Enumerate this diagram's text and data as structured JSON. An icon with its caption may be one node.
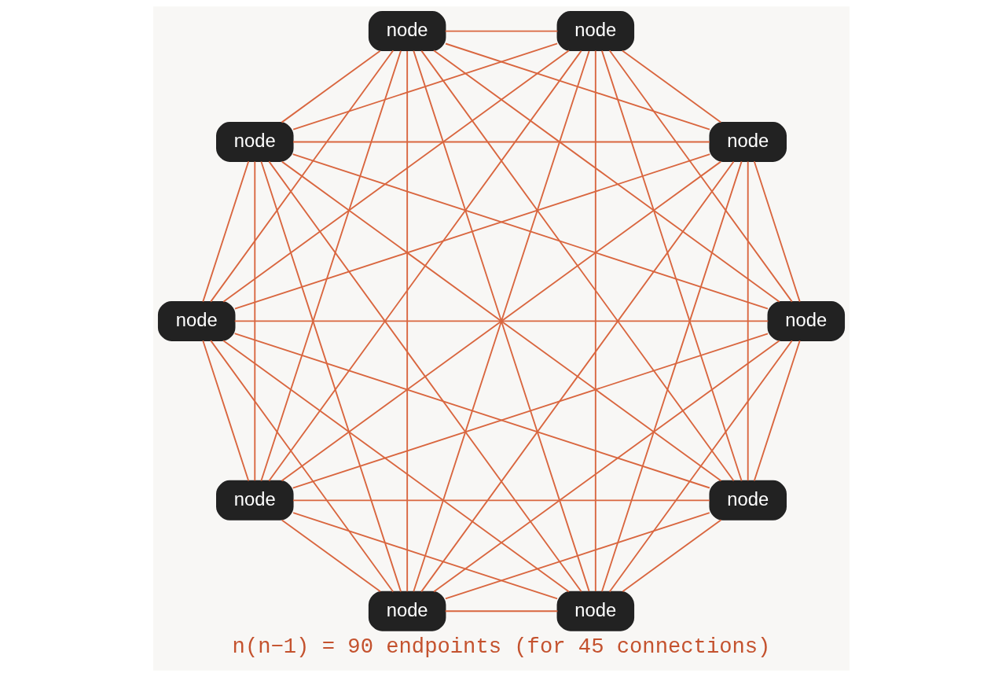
{
  "diagram": {
    "caption": "n(n−1) = 90 endpoints (for 45 connections)",
    "nodes": [
      {
        "text": [
          "node"
        ]
      },
      {
        "text": [
          "node"
        ]
      },
      {
        "text": [
          "node"
        ]
      },
      {
        "text": [
          "node"
        ]
      },
      {
        "text": [
          "node"
        ]
      },
      {
        "text": [
          "node"
        ]
      },
      {
        "text": [
          "node"
        ]
      },
      {
        "text": [
          "node"
        ]
      },
      {
        "text": [
          "node"
        ]
      },
      {
        "text": [
          "node"
        ]
      }
    ],
    "edges": [
      {
        "from": 0,
        "to": 1,
        "arrow": "none"
      },
      {
        "from": 0,
        "to": 2,
        "arrow": "none"
      },
      {
        "from": 0,
        "to": 3,
        "arrow": "none"
      },
      {
        "from": 0,
        "to": 4,
        "arrow": "none"
      },
      {
        "from": 0,
        "to": 5,
        "arrow": "none"
      },
      {
        "from": 0,
        "to": 6,
        "arrow": "none"
      },
      {
        "from": 0,
        "to": 7,
        "arrow": "none"
      },
      {
        "from": 0,
        "to": 8,
        "arrow": "none"
      },
      {
        "from": 0,
        "to": 9,
        "arrow": "none"
      },
      {
        "from": 1,
        "to": 2,
        "arrow": "none"
      },
      {
        "from": 1,
        "to": 3,
        "arrow": "none"
      },
      {
        "from": 1,
        "to": 4,
        "arrow": "none"
      },
      {
        "from": 1,
        "to": 5,
        "arrow": "none"
      },
      {
        "from": 1,
        "to": 6,
        "arrow": "none"
      },
      {
        "from": 1,
        "to": 7,
        "arrow": "none"
      },
      {
        "from": 1,
        "to": 8,
        "arrow": "none"
      },
      {
        "from": 1,
        "to": 9,
        "arrow": "none"
      },
      {
        "from": 2,
        "to": 3,
        "arrow": "none"
      },
      {
        "from": 2,
        "to": 4,
        "arrow": "none"
      },
      {
        "from": 2,
        "to": 5,
        "arrow": "none"
      },
      {
        "from": 2,
        "to": 6,
        "arrow": "none"
      },
      {
        "from": 2,
        "to": 7,
        "arrow": "none"
      },
      {
        "from": 2,
        "to": 8,
        "arrow": "none"
      },
      {
        "from": 2,
        "to": 9,
        "arrow": "none"
      },
      {
        "from": 3,
        "to": 4,
        "arrow": "none"
      },
      {
        "from": 3,
        "to": 5,
        "arrow": "none"
      },
      {
        "from": 3,
        "to": 6,
        "arrow": "none"
      },
      {
        "from": 3,
        "to": 7,
        "arrow": "none"
      },
      {
        "from": 3,
        "to": 8,
        "arrow": "none"
      },
      {
        "from": 3,
        "to": 9,
        "arrow": "none"
      },
      {
        "from": 4,
        "to": 5,
        "arrow": "none"
      },
      {
        "from": 4,
        "to": 6,
        "arrow": "none"
      },
      {
        "from": 4,
        "to": 7,
        "arrow": "none"
      },
      {
        "from": 4,
        "to": 8,
        "arrow": "none"
      },
      {
        "from": 4,
        "to": 9,
        "arrow": "none"
      },
      {
        "from": 5,
        "to": 6,
        "arrow": "none"
      },
      {
        "from": 5,
        "to": 7,
        "arrow": "none"
      },
      {
        "from": 5,
        "to": 8,
        "arrow": "none"
      },
      {
        "from": 5,
        "to": 9,
        "arrow": "none"
      },
      {
        "from": 6,
        "to": 7,
        "arrow": "none"
      },
      {
        "from": 6,
        "to": 8,
        "arrow": "none"
      },
      {
        "from": 6,
        "to": 9,
        "arrow": "none"
      },
      {
        "from": 7,
        "to": 8,
        "arrow": "none"
      },
      {
        "from": 7,
        "to": 9,
        "arrow": "none"
      },
      {
        "from": 8,
        "to": 9,
        "arrow": "none"
      }
    ]
  }
}
